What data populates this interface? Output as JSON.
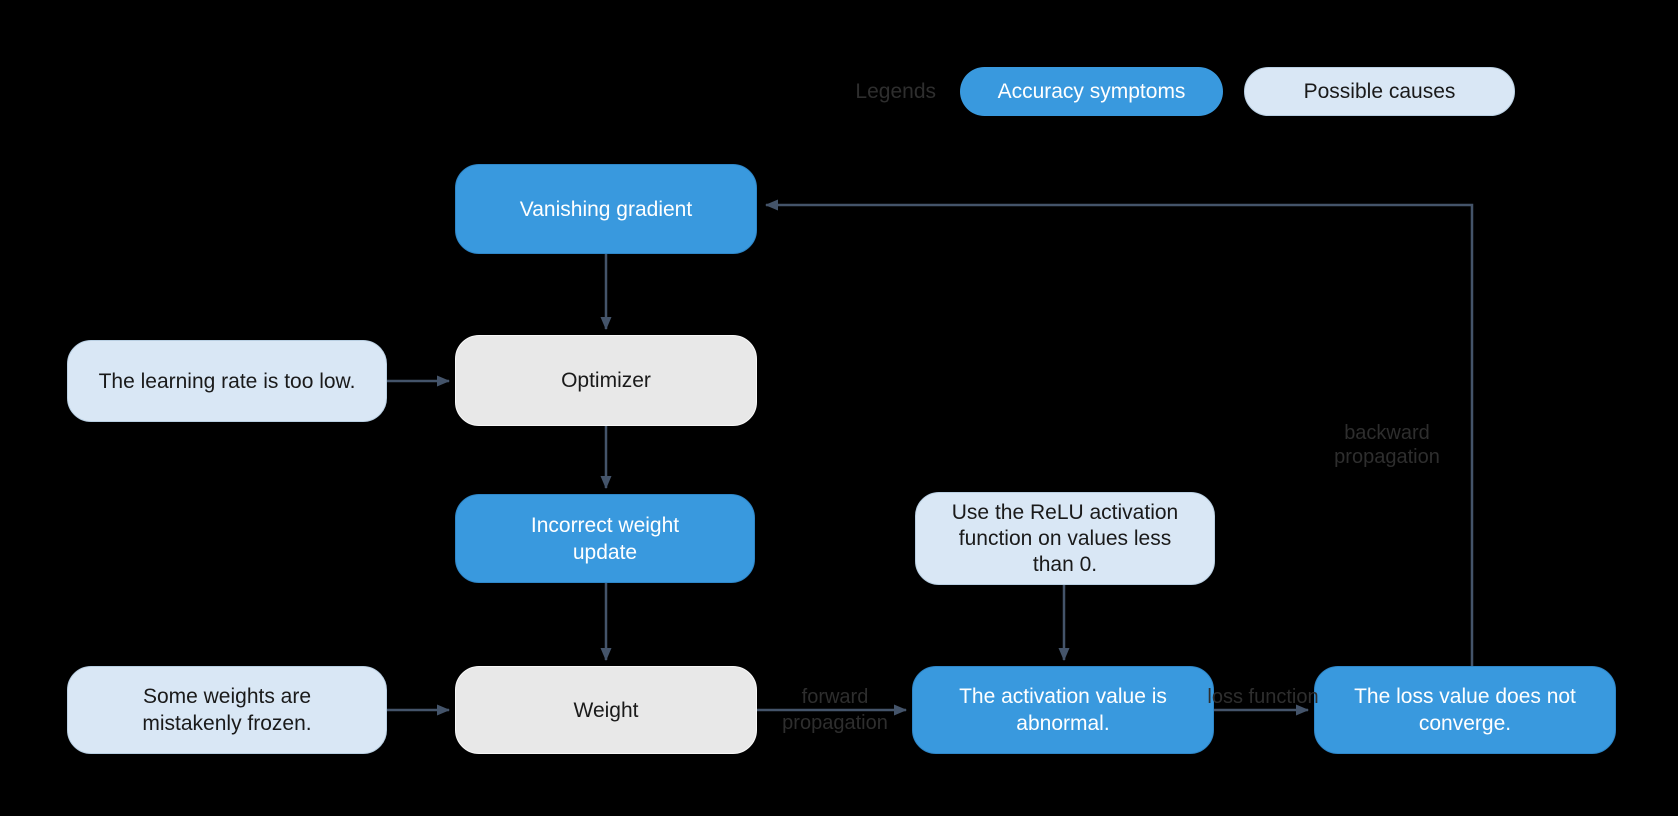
{
  "colors": {
    "symptom": "#3999de",
    "cause": "#d9e7f5",
    "neutral": "#e8e8e8",
    "arrow": "#44546a",
    "background": "#000000"
  },
  "legend": {
    "label": "Legends",
    "items": [
      {
        "label": "Accuracy symptoms",
        "type": "symptom"
      },
      {
        "label": "Possible causes",
        "type": "cause"
      }
    ]
  },
  "nodes": {
    "vanishing_gradient": "Vanishing gradient",
    "optimizer": "Optimizer",
    "learning_rate": "The learning rate is too low.",
    "incorrect_weight_update": "Incorrect weight update",
    "relu_hint": "Use the ReLU activation function on values less than 0.",
    "frozen_weights": "Some weights are mistakenly frozen.",
    "weight": "Weight",
    "activation_abnormal": "The activation value is abnormal.",
    "loss_not_converge": "The loss value does not converge."
  },
  "edge_labels": {
    "forward_propagation": "forward propagation",
    "loss_function": "loss function",
    "backward_propagation": "backward propagation"
  }
}
